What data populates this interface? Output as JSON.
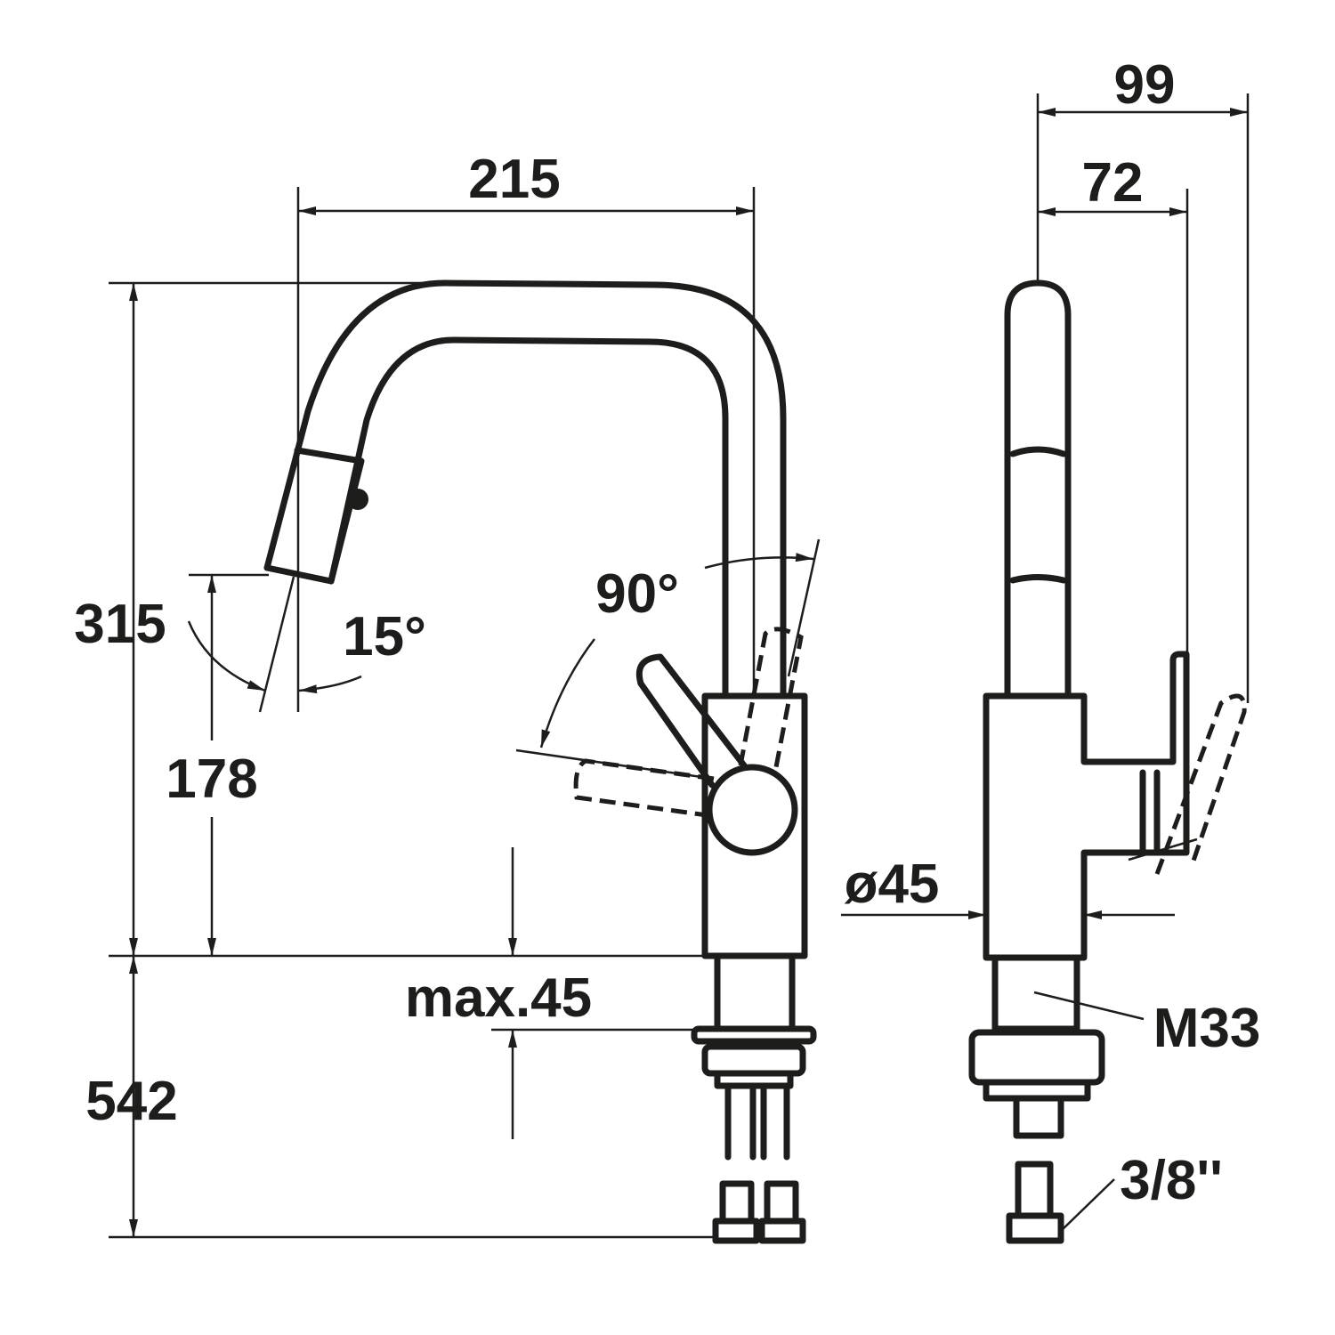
{
  "dimensions": {
    "total_width": "215",
    "total_height": "315",
    "spout_height": "178",
    "max_counter_thickness": "max.45",
    "hose_length": "542",
    "depth_overall": "99",
    "depth_body": "72",
    "diameter": "ø45",
    "thread": "M33",
    "connection": "3/8''"
  },
  "angles": {
    "spout_tilt": "15°",
    "lever_rotation": "90°"
  },
  "colors": {
    "line": "#1d1d1b",
    "background": "#ffffff"
  }
}
